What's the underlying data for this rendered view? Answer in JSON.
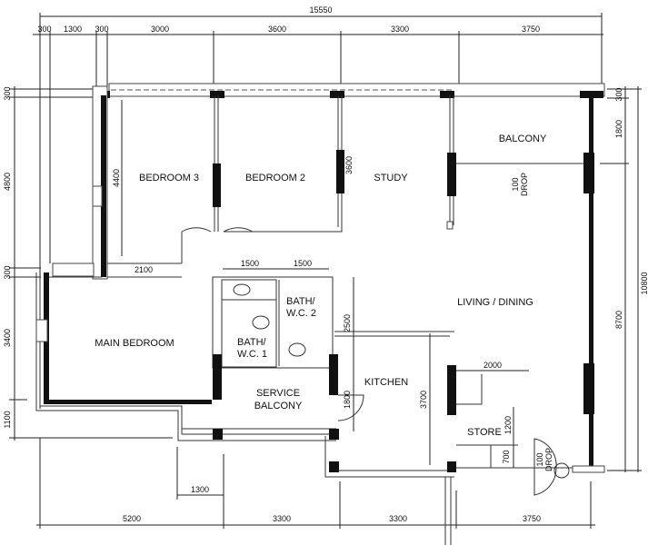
{
  "dimensions": {
    "overall_width": "15550",
    "top": [
      "300",
      "1300",
      "300",
      "3000",
      "3600",
      "3300",
      "3750"
    ],
    "left": [
      "300",
      "4800",
      "300",
      "3400",
      "1100"
    ],
    "right": [
      "300",
      "1800",
      "8700"
    ],
    "right_overall": "10800",
    "bottom": [
      "5200",
      "3300",
      "3300",
      "3750"
    ],
    "bottom_inner": "1300",
    "interior": {
      "bedroom3_depth": "4400",
      "bedroom2_depth": "3600",
      "corridor": "2100",
      "bath1_width": "1500",
      "bath2_width": "1500",
      "bath_depth": "2500",
      "service_balcony_depth": "1800",
      "kitchen_depth": "3700",
      "store_width": "2000",
      "store_depth": "1200",
      "shelf_depth": "700"
    }
  },
  "rooms": {
    "bedroom3": "BEDROOM 3",
    "bedroom2": "BEDROOM 2",
    "study": "STUDY",
    "balcony": "BALCONY",
    "living_dining": "LIVING / DINING",
    "main_bedroom": "MAIN BEDROOM",
    "bath2_line1": "BATH/",
    "bath2_line2": "W.C. 2",
    "bath1_line1": "BATH/",
    "bath1_line2": "W.C. 1",
    "service_line1": "SERVICE",
    "service_line2": "BALCONY",
    "kitchen": "KITCHEN",
    "store": "STORE"
  },
  "notes": {
    "drop_value": "100",
    "drop_label": "DROP"
  }
}
